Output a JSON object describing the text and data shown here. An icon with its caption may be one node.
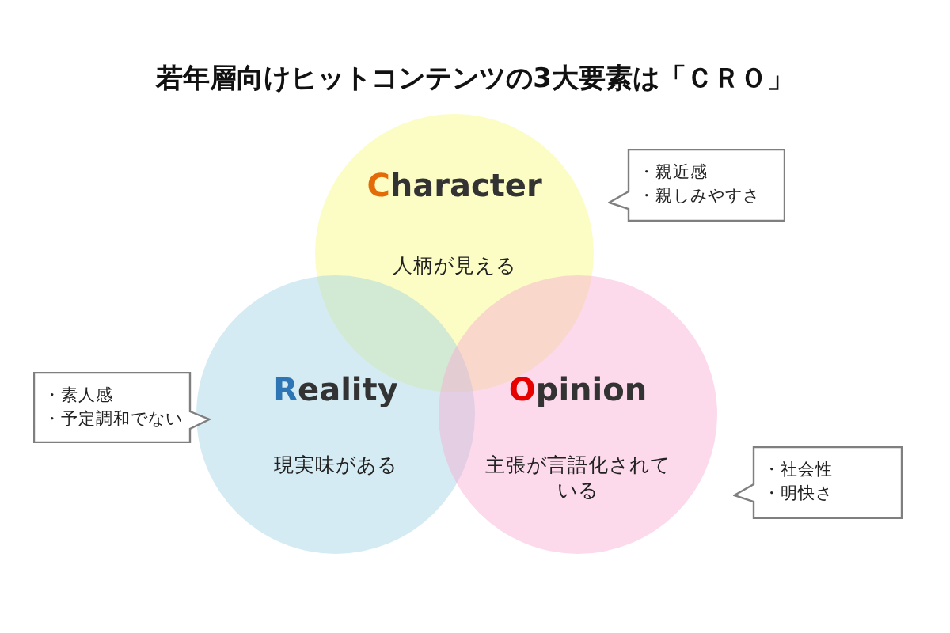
{
  "diagram": {
    "title": "若年層向けヒットコンテンツの3大要素は「ＣＲＯ」",
    "nodes": [
      {
        "text": [
          "Character",
          "人柄が見える"
        ]
      },
      {
        "text": [
          "Reality",
          "現実味がある"
        ]
      },
      {
        "text": [
          "Opinion",
          "主張が言語化されている"
        ]
      },
      {
        "text": [
          "・親近感",
          "・親しみやすさ"
        ]
      },
      {
        "text": [
          "・素人感",
          "・予定調和でない"
        ]
      },
      {
        "text": [
          "・社会性",
          "・明快さ"
        ]
      }
    ]
  }
}
